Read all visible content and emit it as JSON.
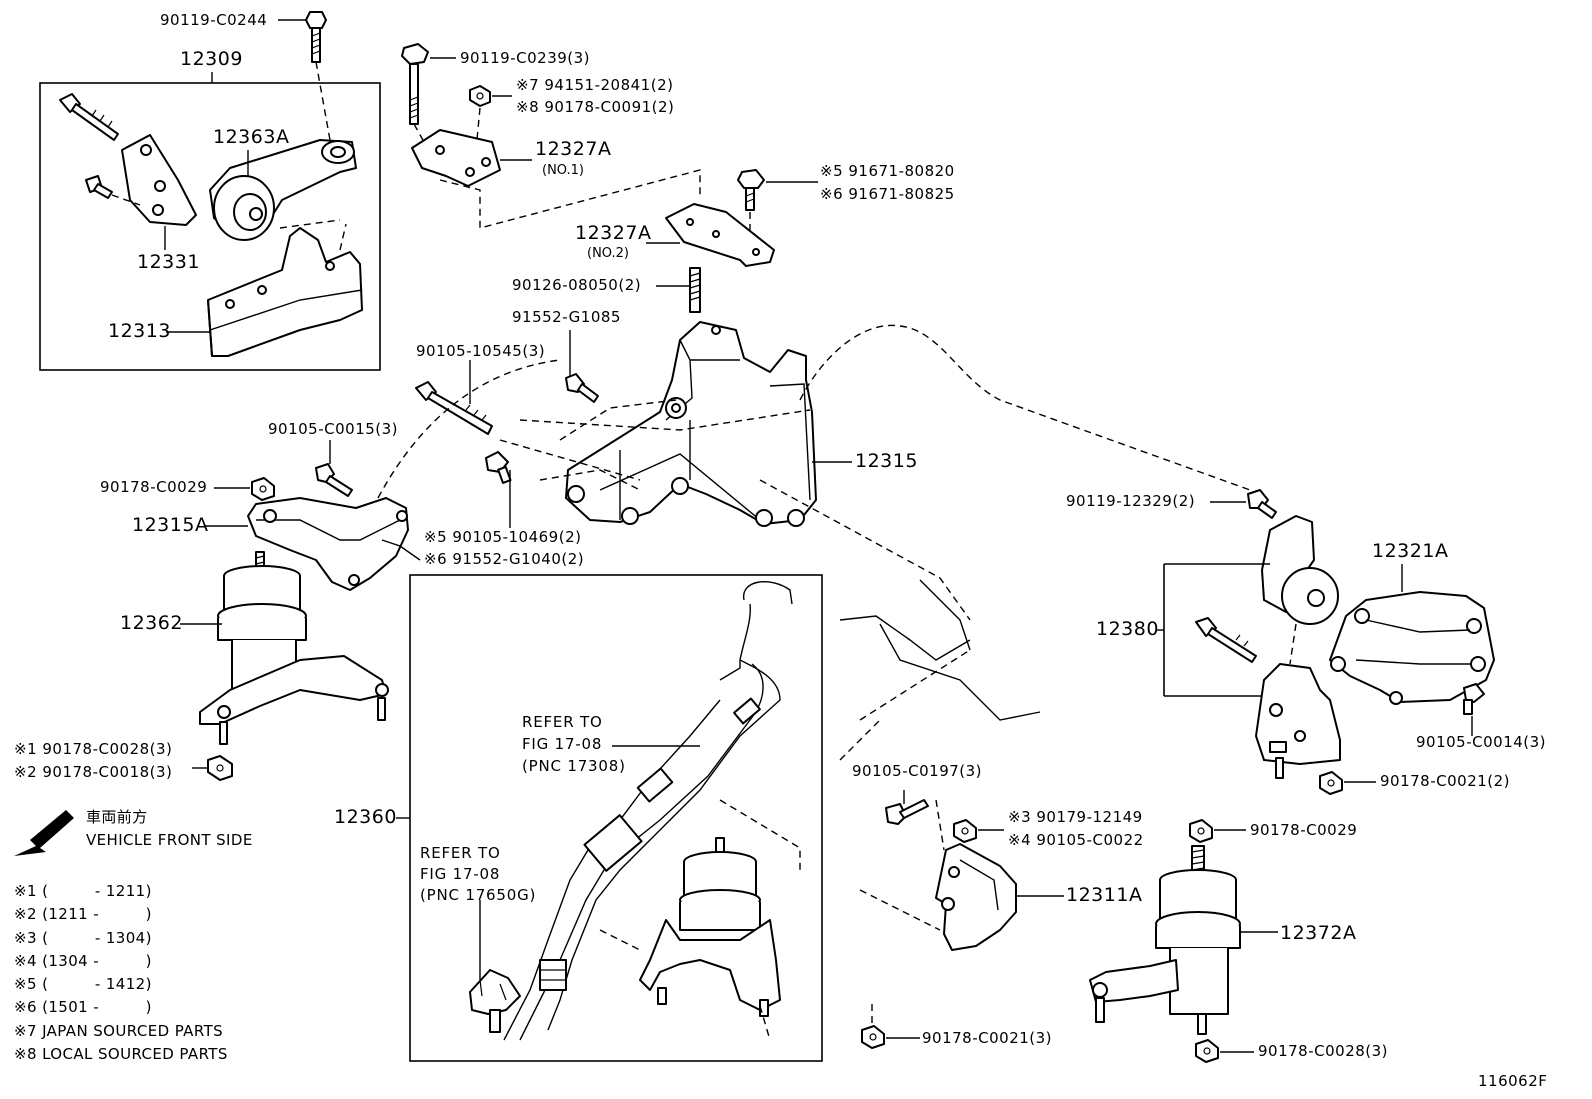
{
  "labels": {
    "p90119_C0244": "90119-C0244",
    "p12309": "12309",
    "p12363A": "12363A",
    "p12331": "12331",
    "p12313": "12313",
    "p90119_C0239": "90119-C0239(3)",
    "n7_94151": "※7 94151-20841(2)",
    "n8_90178_C0091": "※8 90178-C0091(2)",
    "p12327A_1": "12327A",
    "p12327A_1_sub": "(NO.1)",
    "n5_91671_80820": "※5 91671-80820",
    "n6_91671_80825": "※6 91671-80825",
    "p12327A_2": "12327A",
    "p12327A_2_sub": "(NO.2)",
    "p90126_08050": "90126-08050(2)",
    "p91552_G1085": "91552-G1085",
    "p90105_10545": "90105-10545(3)",
    "p12315": "12315",
    "p90105_C0015": "90105-C0015(3)",
    "p90178_C0029_a": "90178-C0029",
    "p12315A": "12315A",
    "n5_90105_10469": "※5 90105-10469(2)",
    "n6_91552_G1040": "※6 91552-G1040(2)",
    "p12362": "12362",
    "n1_90178_C0028": "※1 90178-C0028(3)",
    "n2_90178_C0018": "※2 90178-C0018(3)",
    "p90119_12329": "90119-12329(2)",
    "p12321A": "12321A",
    "p12380": "12380",
    "p90105_C0014": "90105-C0014(3)",
    "p90178_C0021_2": "90178-C0021(2)",
    "p90105_C0197": "90105-C0197(3)",
    "n3_90179_12149": "※3 90179-12149",
    "n4_90105_C0022": "※4 90105-C0022",
    "p12311A": "12311A",
    "p90178_C0029_b": "90178-C0029",
    "p12372A": "12372A",
    "p12360": "12360",
    "p90178_C0021_3": "90178-C0021(3)",
    "p90178_C0028_3": "90178-C0028(3)",
    "refer1_line1": "REFER TO",
    "refer1_line2": "FIG 17-08",
    "refer1_line3": "(PNC 17308)",
    "refer2_line1": "REFER TO",
    "refer2_line2": "FIG 17-08",
    "refer2_line3": "(PNC 17650G)",
    "illustration_id": "116062F"
  },
  "legend": {
    "front_jp": "車両前方",
    "front_en": "VEHICLE FRONT SIDE",
    "notes": [
      "※1 (         - 1211)",
      "※2 (1211 -         )",
      "※3 (         - 1304)",
      "※4 (1304 -         )",
      "※5 (         - 1412)",
      "※6 (1501 -         )",
      "※7 JAPAN SOURCED PARTS",
      "※8 LOCAL SOURCED PARTS"
    ]
  }
}
